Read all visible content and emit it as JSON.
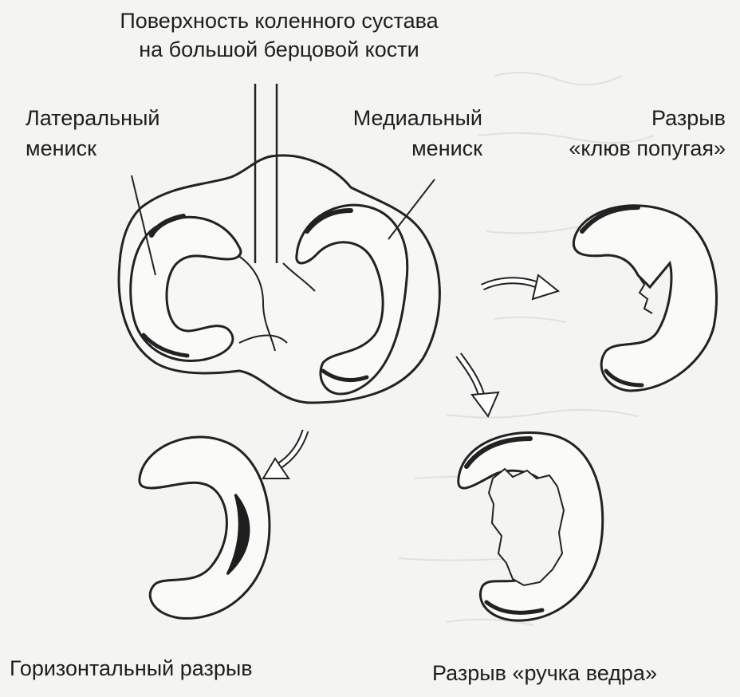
{
  "title": {
    "line1": "Поверхность коленного сустава",
    "line2": "на большой берцовой кости"
  },
  "labels": {
    "lateral_line1": "Латеральный",
    "lateral_line2": "мениск",
    "medial_line1": "Медиальный",
    "medial_line2": "мениск",
    "parrot_line1": "Разрыв",
    "parrot_line2": "«клюв попугая»",
    "horizontal": "Горизонтальный разрыв",
    "bucket": "Разрыв «ручка ведра»"
  }
}
